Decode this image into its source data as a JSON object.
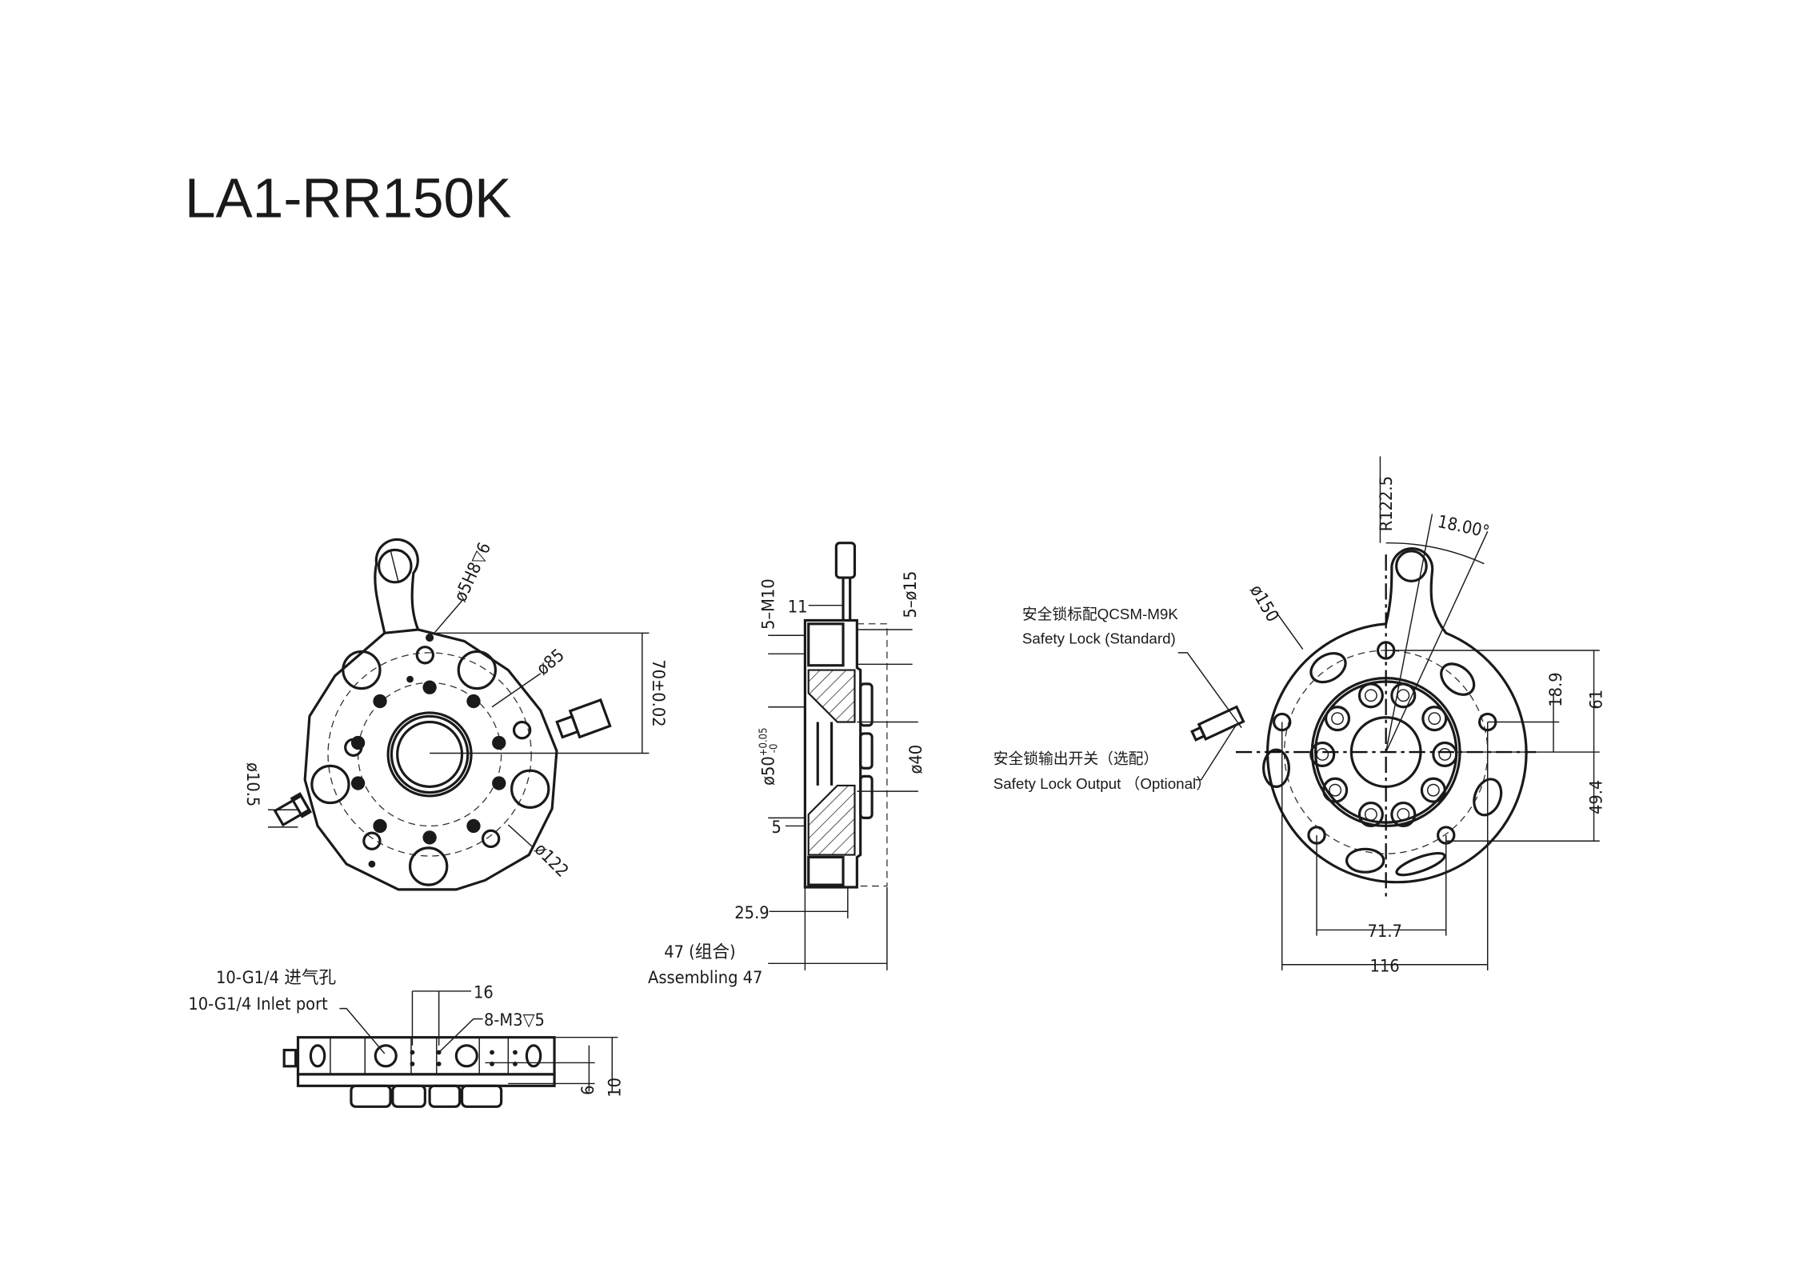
{
  "title": "LA1-RR150K",
  "front_view": {
    "pin_hole": "ø5H8▽6",
    "bolt_circle_inner": "ø85",
    "bolt_circle_outer": "ø122",
    "port_diameter": "ø10.5",
    "pin_offset": "70±0.02"
  },
  "side_view": {
    "thread": "5–M10",
    "thread_depth": "11",
    "bore": "5–ø15",
    "pilot": "ø50",
    "pilot_tol_upper": "+0.05",
    "pilot_tol_lower": "-0",
    "inner_bore": "ø40",
    "step": "5",
    "thickness": "25.9",
    "assembled_cn": "47 (组合)",
    "assembled_en": "Assembling 47"
  },
  "rear_view": {
    "radius": "R122.5",
    "angle": "18.00°",
    "diameter": "ø150",
    "lock_standard_cn": "安全锁标配QCSM-M9K",
    "lock_standard_en": "Safety Lock (Standard)",
    "lock_output_cn": "安全锁输出开关（选配）",
    "lock_output_en": "Safety Lock Output （Optional）",
    "dim_18_9": "18.9",
    "dim_61": "61",
    "dim_49_4": "49.4",
    "dim_71_7": "71.7",
    "dim_116": "116"
  },
  "bottom_view": {
    "inlet_cn": "10-G1/4 进气孔",
    "inlet_en": "10-G1/4 Inlet port",
    "pitch": "16",
    "screws": "8-M3▽5",
    "dim_6": "6",
    "dim_10": "10"
  }
}
